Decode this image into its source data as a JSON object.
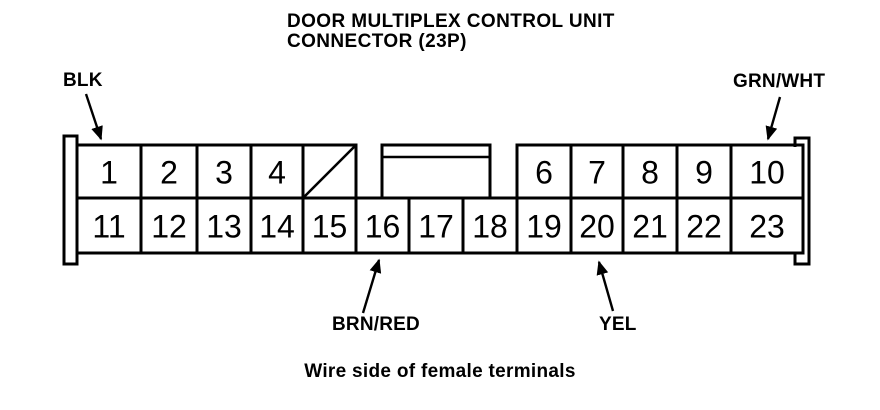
{
  "title": {
    "line1": "DOOR MULTIPLEX CONTROL UNIT",
    "line2": "CONNECTOR (23P)"
  },
  "caption": "Wire side of female terminals",
  "wire_labels": {
    "blk": {
      "label": "BLK",
      "terminal": "1"
    },
    "grn_wht": {
      "label": "GRN/WHT",
      "terminal": "10"
    },
    "brn_red": {
      "label": "BRN/RED",
      "terminal": "16"
    },
    "yel": {
      "label": "YEL",
      "terminal": "20"
    }
  },
  "connector": {
    "pin_count_label": "23P",
    "top_row": [
      {
        "label": "1"
      },
      {
        "label": "2"
      },
      {
        "label": "3"
      },
      {
        "label": "4"
      },
      {
        "label": "",
        "slashed": true
      },
      {
        "label": "6"
      },
      {
        "label": "7"
      },
      {
        "label": "8"
      },
      {
        "label": "9"
      },
      {
        "label": "10"
      }
    ],
    "bottom_row": [
      {
        "label": "11"
      },
      {
        "label": "12"
      },
      {
        "label": "13"
      },
      {
        "label": "14"
      },
      {
        "label": "15"
      },
      {
        "label": "16"
      },
      {
        "label": "17"
      },
      {
        "label": "18"
      },
      {
        "label": "19"
      },
      {
        "label": "20"
      },
      {
        "label": "21"
      },
      {
        "label": "22"
      },
      {
        "label": "23"
      }
    ]
  },
  "colors": {
    "ink": "#000000",
    "background": "#ffffff"
  }
}
